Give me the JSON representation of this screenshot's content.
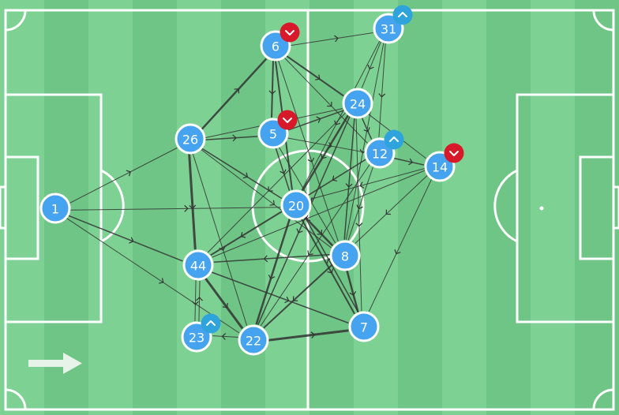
{
  "pitch": {
    "stripe_light": "#7dd192",
    "stripe_dark": "#6ec585",
    "line_color": "#ffffff",
    "attack_direction": "right"
  },
  "colors": {
    "node_fill": "#46a3ef",
    "node_stroke": "#ffffff",
    "pass_line": "#333333",
    "sub_off_badge": "#d7192a",
    "sub_on_badge": "#2ea3dc"
  },
  "players": [
    {
      "id": "1",
      "label": "1"
    },
    {
      "id": "6",
      "label": "6",
      "badge": "sub-off"
    },
    {
      "id": "31",
      "label": "31",
      "badge": "sub-on"
    },
    {
      "id": "24",
      "label": "24"
    },
    {
      "id": "26",
      "label": "26"
    },
    {
      "id": "5",
      "label": "5",
      "badge": "sub-off"
    },
    {
      "id": "12",
      "label": "12",
      "badge": "sub-on"
    },
    {
      "id": "14",
      "label": "14",
      "badge": "sub-off"
    },
    {
      "id": "20",
      "label": "20"
    },
    {
      "id": "8",
      "label": "8"
    },
    {
      "id": "44",
      "label": "44"
    },
    {
      "id": "23",
      "label": "23",
      "badge": "sub-on"
    },
    {
      "id": "22",
      "label": "22"
    },
    {
      "id": "7",
      "label": "7"
    }
  ],
  "passes": [
    [
      "1",
      "26",
      1
    ],
    [
      "1",
      "44",
      1.5
    ],
    [
      "1",
      "20",
      1
    ],
    [
      "1",
      "22",
      1
    ],
    [
      "26",
      "6",
      2.5
    ],
    [
      "26",
      "5",
      1.5
    ],
    [
      "26",
      "20",
      1.5
    ],
    [
      "26",
      "44",
      3
    ],
    [
      "26",
      "24",
      1
    ],
    [
      "26",
      "8",
      1
    ],
    [
      "26",
      "22",
      1
    ],
    [
      "6",
      "5",
      2
    ],
    [
      "6",
      "24",
      2
    ],
    [
      "6",
      "20",
      2
    ],
    [
      "6",
      "31",
      1
    ],
    [
      "6",
      "12",
      1
    ],
    [
      "6",
      "8",
      1
    ],
    [
      "5",
      "24",
      1.5
    ],
    [
      "5",
      "20",
      1.5
    ],
    [
      "5",
      "8",
      1
    ],
    [
      "5",
      "12",
      1
    ],
    [
      "31",
      "24",
      1
    ],
    [
      "31",
      "12",
      1
    ],
    [
      "31",
      "20",
      1
    ],
    [
      "31",
      "8",
      1
    ],
    [
      "24",
      "20",
      2.5
    ],
    [
      "24",
      "12",
      1.5
    ],
    [
      "24",
      "14",
      1
    ],
    [
      "24",
      "8",
      1.5
    ],
    [
      "24",
      "22",
      1.5
    ],
    [
      "24",
      "7",
      1
    ],
    [
      "24",
      "44",
      1
    ],
    [
      "12",
      "14",
      1.5
    ],
    [
      "12",
      "20",
      1.5
    ],
    [
      "12",
      "8",
      1
    ],
    [
      "12",
      "22",
      1
    ],
    [
      "14",
      "20",
      1
    ],
    [
      "14",
      "8",
      1
    ],
    [
      "14",
      "7",
      1
    ],
    [
      "14",
      "44",
      1
    ],
    [
      "20",
      "8",
      2.5
    ],
    [
      "20",
      "44",
      2
    ],
    [
      "20",
      "22",
      2.5
    ],
    [
      "20",
      "7",
      2
    ],
    [
      "8",
      "7",
      2.5
    ],
    [
      "8",
      "44",
      1.5
    ],
    [
      "8",
      "22",
      2
    ],
    [
      "44",
      "22",
      3
    ],
    [
      "44",
      "7",
      1.5
    ],
    [
      "44",
      "23",
      1
    ],
    [
      "22",
      "7",
      3
    ],
    [
      "22",
      "23",
      1
    ],
    [
      "23",
      "44",
      1
    ],
    [
      "7",
      "20",
      1.5
    ]
  ]
}
